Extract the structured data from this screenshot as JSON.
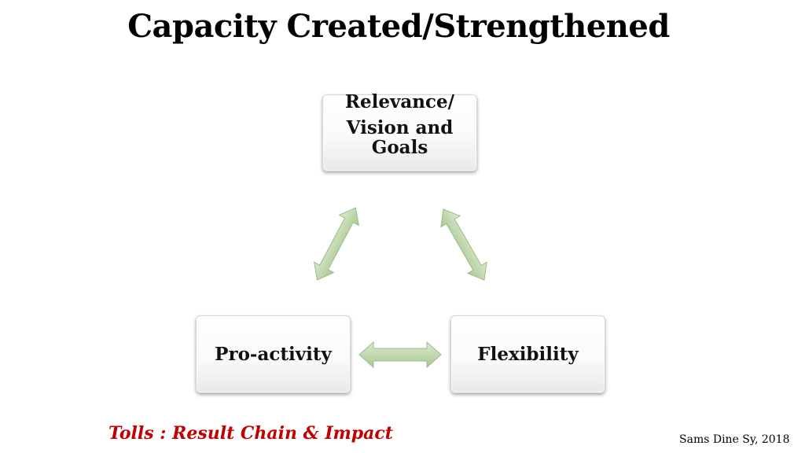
{
  "title": "Capacity Created/Strengthened",
  "nodes": {
    "top": {
      "line1": "Relevance/",
      "line2": "Vision and",
      "line3": "Goals"
    },
    "left": {
      "label": "Pro-activity"
    },
    "right": {
      "label": "Flexibility"
    }
  },
  "arrow_color": "#b9d4a3",
  "footer": {
    "tools_label": "Tolls : Result Chain & Impact",
    "credit": "Sams Dine Sy, 2018"
  }
}
